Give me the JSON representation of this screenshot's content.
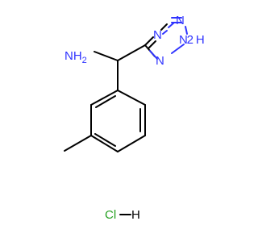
{
  "molecule": {
    "atoms": {
      "amine": "NH",
      "amine_h": "2",
      "tetrazole_n1": "N",
      "tetrazole_n2": "N",
      "tetrazole_n3": "N",
      "tetrazole_nh": "N",
      "tetrazole_nh_h": "H",
      "tetrazole_nh_digit": "2"
    },
    "salt": {
      "chlorine": "Cl",
      "hydrogen": "H"
    }
  },
  "colors": {
    "nitrogen": "#2f33ff",
    "bond": "#000000",
    "chlorine": "#24a020"
  }
}
